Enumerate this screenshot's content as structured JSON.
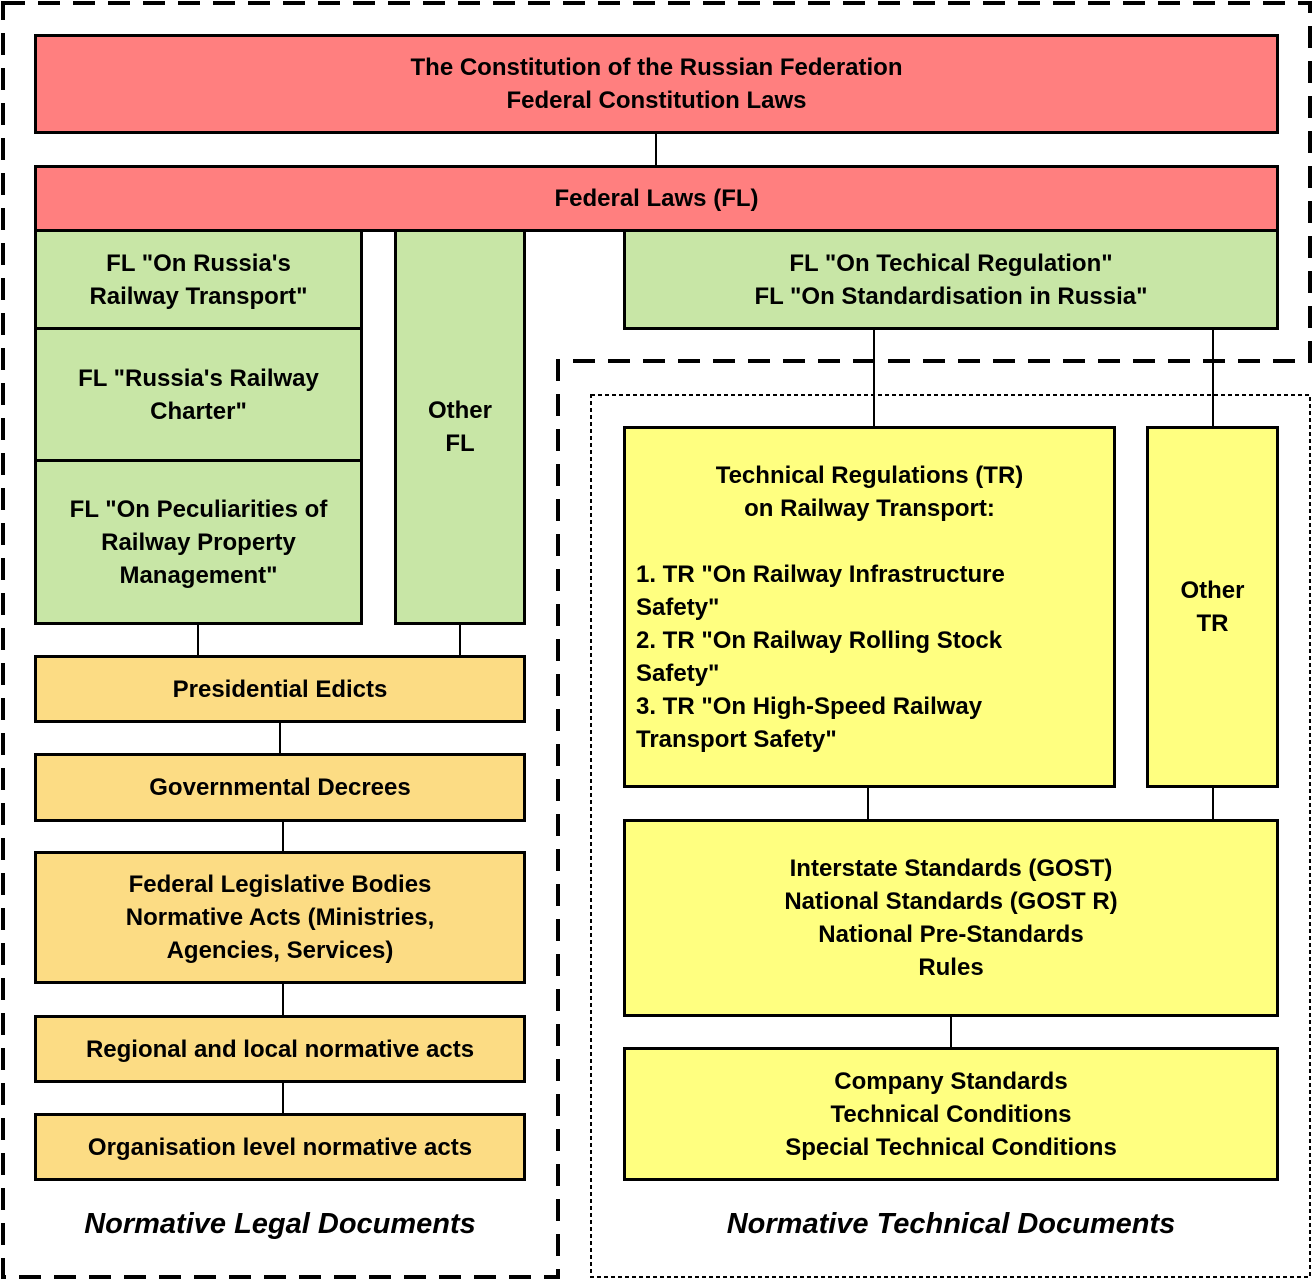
{
  "constitution": {
    "lines": [
      "The Constitution of the Russian Federation",
      "Federal Constitution Laws"
    ]
  },
  "federal_laws": {
    "label": "Federal Laws (FL)"
  },
  "fl_railway_transport": {
    "lines": [
      "FL \"On Russia's",
      "Railway Transport\""
    ]
  },
  "fl_railway_charter": {
    "lines": [
      "FL \"Russia's Railway",
      "Charter\""
    ]
  },
  "fl_property_management": {
    "lines": [
      "FL \"On Peculiarities of",
      "Railway Property",
      "Management\""
    ]
  },
  "other_fl": {
    "lines": [
      "Other",
      "FL"
    ]
  },
  "fl_technical": {
    "lines": [
      "FL \"On Techical Regulation\"",
      "FL \"On Standardisation in Russia\""
    ]
  },
  "legal_chain": [
    {
      "lines": [
        "Presidential Edicts"
      ]
    },
    {
      "lines": [
        "Governmental Decrees"
      ]
    },
    {
      "lines": [
        "Federal Legislative Bodies",
        "Normative Acts (Ministries,",
        "Agencies, Services)"
      ]
    },
    {
      "lines": [
        "Regional and local normative acts"
      ]
    },
    {
      "lines": [
        "Organisation level normative acts"
      ]
    }
  ],
  "technical_regulations": {
    "heading": [
      "Technical Regulations (TR)",
      "on Railway Transport:"
    ],
    "items": [
      [
        "1. TR \"On Railway Infrastructure",
        "Safety\""
      ],
      [
        "2. TR \"On Railway Rolling Stock",
        "Safety\""
      ],
      [
        "3. TR \"On High-Speed Railway",
        "Transport Safety\""
      ]
    ]
  },
  "other_tr": {
    "lines": [
      "Other",
      "TR"
    ]
  },
  "standards": {
    "lines": [
      "Interstate Standards (GOST)",
      "National Standards (GOST R)",
      "National Pre-Standards",
      "Rules"
    ]
  },
  "company_standards": {
    "lines": [
      "Company Standards",
      "Technical Conditions",
      "Special Technical Conditions"
    ]
  },
  "captions": {
    "legal": "Normative Legal Documents",
    "technical": "Normative Technical Documents"
  },
  "colors": {
    "top_level": "#ff7f7f",
    "federal_law_specific": "#c8e6a6",
    "legal_subordinate": "#fcdc84",
    "technical": "#ffff80"
  }
}
